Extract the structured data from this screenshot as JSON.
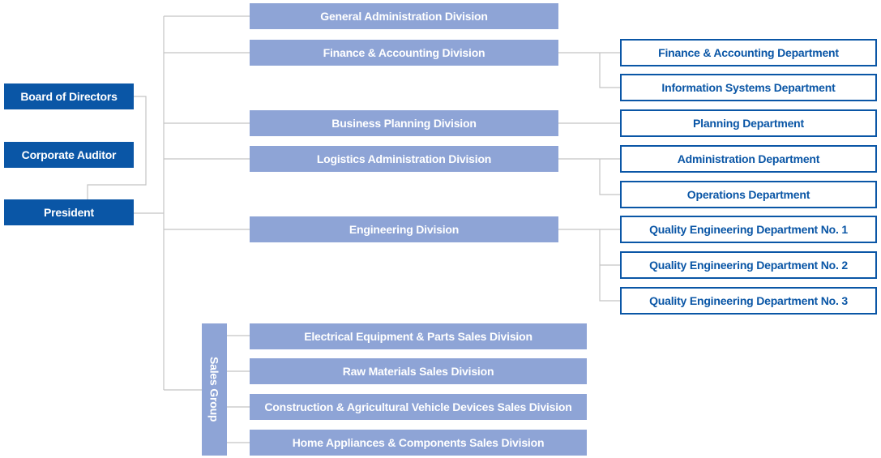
{
  "executives": {
    "board": "Board of Directors",
    "auditor": "Corporate Auditor",
    "president": "President"
  },
  "divisions": [
    "General Administration Division",
    "Finance & Accounting Division",
    "Business Planning Division",
    "Logistics Administration Division",
    "Engineering Division"
  ],
  "sales_group": {
    "label": "Sales Group",
    "divisions": [
      "Electrical Equipment & Parts Sales Division",
      "Raw Materials Sales Division",
      "Construction & Agricultural Vehicle Devices Sales Division",
      "Home Appliances & Components Sales Division"
    ]
  },
  "departments": {
    "finance": [
      "Finance & Accounting Department",
      "Information Systems Department"
    ],
    "planning": [
      "Planning Department"
    ],
    "logistics": [
      "Administration Department",
      "Operations Department"
    ],
    "engineering": [
      "Quality Engineering Department No. 1",
      "Quality Engineering Department No. 2",
      "Quality Engineering Department No. 3"
    ]
  },
  "colors": {
    "executive_fill": "#0a56a6",
    "division_fill": "#8ea4d6",
    "department_border": "#0a56a6",
    "connector": "#c4c4c4"
  }
}
